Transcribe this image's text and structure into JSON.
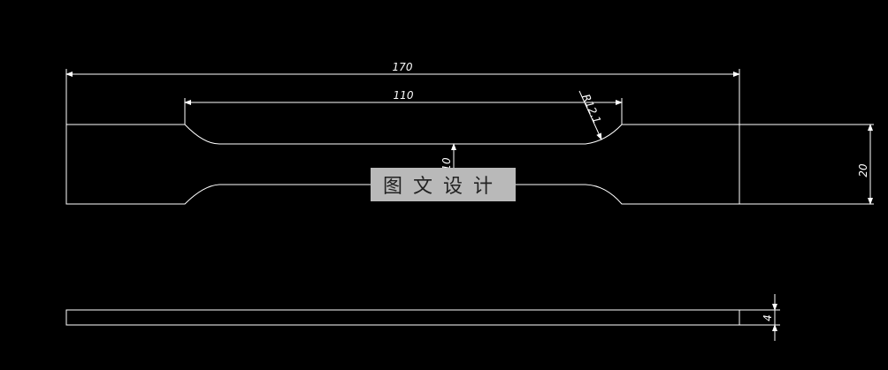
{
  "drawing": {
    "dimensions": {
      "overall_length": "170",
      "reduced_length": "110",
      "fillet_radius": "R12.1",
      "overall_width": "20",
      "neck_width": "10",
      "thickness": "4"
    }
  },
  "watermark": {
    "text": "图文设计"
  },
  "colors": {
    "background": "#000000",
    "lines": "#ffffff",
    "watermark_bg": "#b9b9b9"
  }
}
